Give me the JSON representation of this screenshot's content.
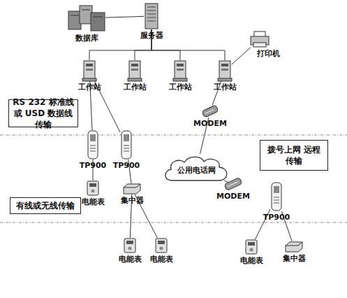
{
  "diagram": {
    "nodes": [
      {
        "text": [
          "数据库"
        ]
      },
      {
        "text": [
          "服务器"
        ]
      },
      {
        "text": [
          "打印机"
        ]
      },
      {
        "text": [
          "工作站"
        ]
      },
      {
        "text": [
          "工作站"
        ]
      },
      {
        "text": [
          "工作站"
        ]
      },
      {
        "text": [
          "工作站"
        ]
      },
      {
        "text": [
          "RS 232 标准线或 USD 数据线传输"
        ]
      },
      {
        "text": [
          "MODEM"
        ]
      },
      {
        "text": [
          "TP900"
        ]
      },
      {
        "text": [
          "TP900"
        ]
      },
      {
        "text": [
          "公用电话网"
        ]
      },
      {
        "text": [
          "拨号上网 远程传输"
        ]
      },
      {
        "text": [
          "MODEM"
        ]
      },
      {
        "text": [
          "TP900"
        ]
      },
      {
        "text": [
          "电能表"
        ]
      },
      {
        "text": [
          "集中器"
        ]
      },
      {
        "text": [
          "有线或无线传输"
        ]
      },
      {
        "text": [
          "电能表"
        ]
      },
      {
        "text": [
          "电能表"
        ]
      },
      {
        "text": [
          "电能表"
        ]
      },
      {
        "text": [
          "集中器"
        ]
      }
    ],
    "edges": [
      {
        "from": 0,
        "to": 1,
        "arrow": "none"
      },
      {
        "from": 1,
        "to": 3,
        "arrow": "none"
      },
      {
        "from": 1,
        "to": 4,
        "arrow": "none"
      },
      {
        "from": 1,
        "to": 5,
        "arrow": "none"
      },
      {
        "from": 1,
        "to": 6,
        "arrow": "none"
      },
      {
        "from": 6,
        "to": 2,
        "arrow": "none"
      },
      {
        "from": 6,
        "to": 8,
        "arrow": "none"
      },
      {
        "from": 8,
        "to": 11,
        "arrow": "none"
      },
      {
        "from": 11,
        "to": 13,
        "arrow": "none"
      },
      {
        "from": 3,
        "to": 9,
        "arrow": "none"
      },
      {
        "from": 3,
        "to": 10,
        "arrow": "none"
      },
      {
        "from": 9,
        "to": 15,
        "arrow": "none"
      },
      {
        "from": 10,
        "to": 16,
        "arrow": "none"
      },
      {
        "from": 16,
        "to": 18,
        "arrow": "none"
      },
      {
        "from": 16,
        "to": 19,
        "arrow": "none"
      },
      {
        "from": 14,
        "to": 20,
        "arrow": "none"
      },
      {
        "from": 14,
        "to": 21,
        "arrow": "none"
      }
    ]
  }
}
